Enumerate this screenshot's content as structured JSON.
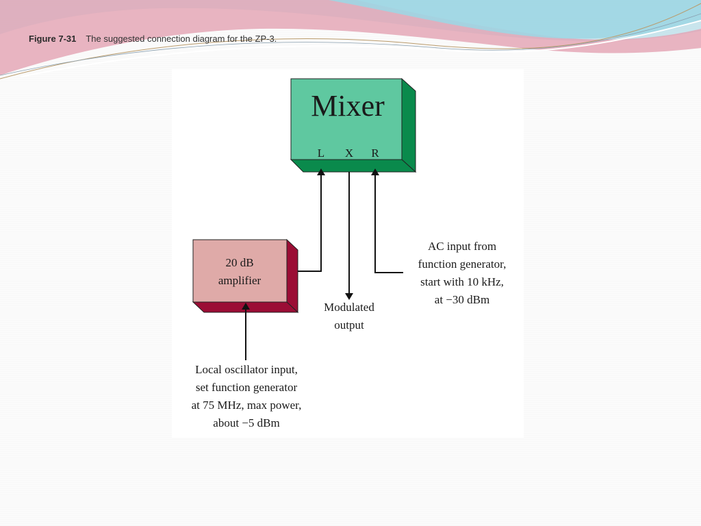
{
  "slide": {
    "caption": {
      "figure_label": "Figure 7-31",
      "text": "The suggested connection diagram for the ZP-3."
    }
  },
  "diagram": {
    "mixer": {
      "title": "Mixer",
      "ports": {
        "l": "L",
        "x": "X",
        "r": "R"
      },
      "color": "#5fc8a0"
    },
    "amplifier": {
      "line1": "20 dB",
      "line2": "amplifier",
      "color": "#dfaaa8",
      "shadow_color": "#9b0d35"
    },
    "modulated_output": {
      "line1": "Modulated",
      "line2": "output"
    },
    "ac_input": {
      "line1": "AC input from",
      "line2": "function generator,",
      "line3": "start with 10 kHz,",
      "line4": "at −30 dBm"
    },
    "local_oscillator": {
      "line1": "Local oscillator input,",
      "line2": "set function generator",
      "line3": "at 75 MHz, max power,",
      "line4": "about −5 dBm"
    }
  },
  "colors": {
    "banner_pink": "#e8a9b6",
    "banner_blue": "#a7dbe8",
    "mixer_dark": "#0a8a4c"
  }
}
